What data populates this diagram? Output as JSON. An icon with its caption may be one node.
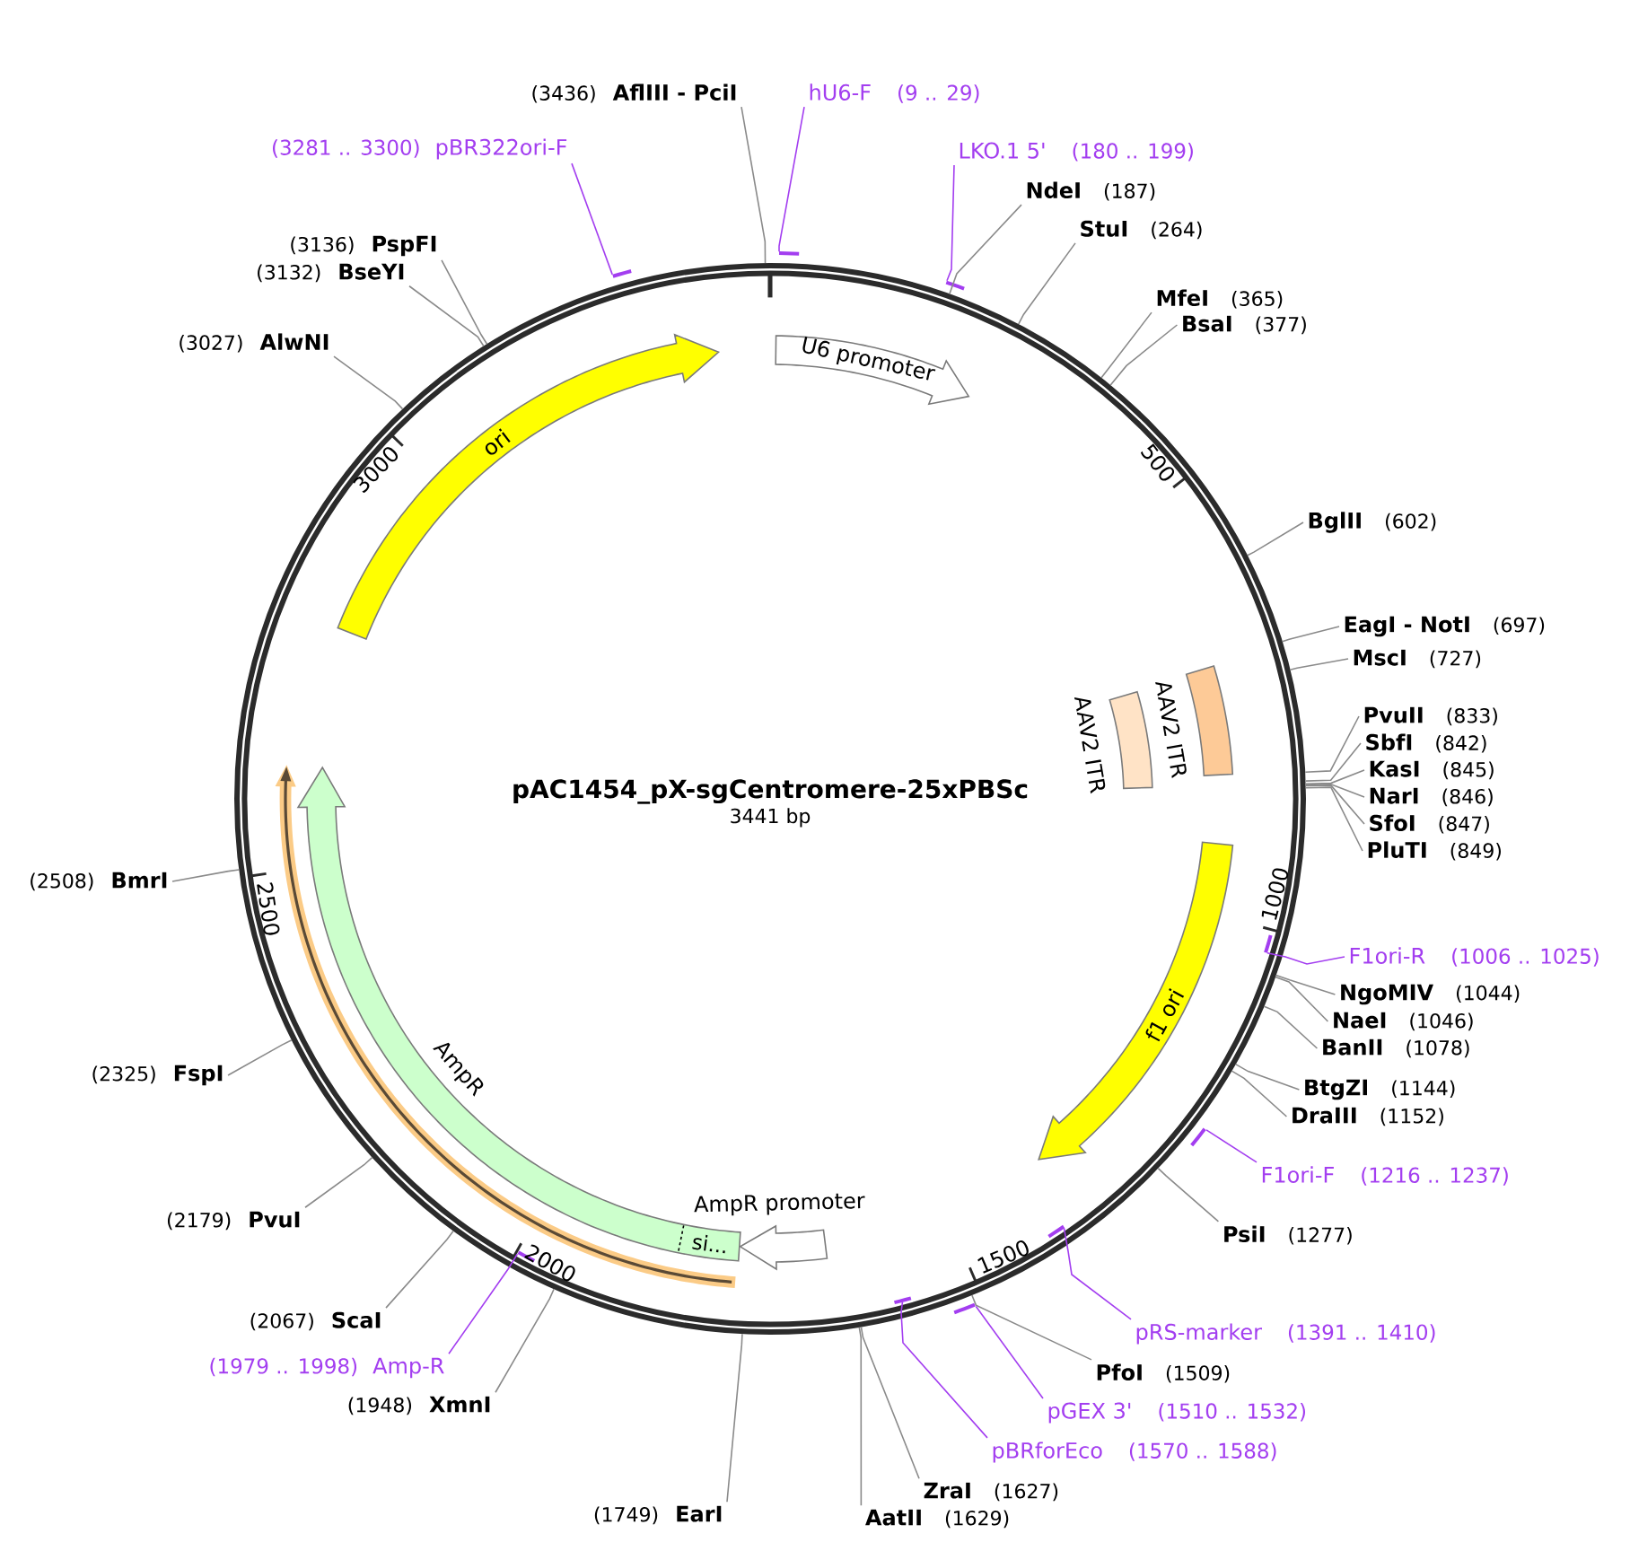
{
  "diagram": {
    "title": "pAC1454_pX-sgCentromere-25xPBSc",
    "nodes": [
      {
        "text": [],
        "shape": "circle"
      },
      {
        "text": [
          "U6 promoter"
        ],
        "in": 0
      },
      {
        "text": [
          "AAV2 ITR"
        ],
        "in": 0
      },
      {
        "text": [
          "AAV2 ITR"
        ],
        "in": 0
      },
      {
        "text": [
          "f1 ori"
        ],
        "in": 0
      },
      {
        "text": [
          "AmpR promoter"
        ],
        "in": 0
      },
      {
        "text": [
          "AmpR"
        ],
        "in": 0
      },
      {
        "text": [
          "si..."
        ],
        "in": 6
      },
      {
        "text": [],
        "shape": "arrow",
        "in": 0
      },
      {
        "text": [
          "ori"
        ],
        "in": 0
      },
      {
        "text": [
          "hU6-F",
          "(9 .. 29)"
        ]
      },
      {
        "text": [],
        "shape": "bar"
      },
      {
        "text": [
          "LKO.1 5'",
          "(180 .. 199)"
        ]
      },
      {
        "text": [],
        "shape": "bar"
      },
      {
        "text": [
          "NdeI",
          "(187)"
        ]
      },
      {
        "text": [
          "StuI",
          "(264)"
        ]
      },
      {
        "text": [
          "MfeI",
          "(365)"
        ]
      },
      {
        "text": [
          "BsaI",
          "(377)"
        ]
      },
      {
        "text": [
          "BglII",
          "(602)"
        ]
      },
      {
        "text": [
          "EagI - NotI",
          "(697)"
        ]
      },
      {
        "text": [
          "MscI",
          "(727)"
        ]
      },
      {
        "text": [
          "PvuII",
          "(833)"
        ]
      },
      {
        "text": [
          "SbfI",
          "(842)"
        ]
      },
      {
        "text": [
          "KasI",
          "(845)"
        ]
      },
      {
        "text": [
          "NarI",
          "(846)"
        ]
      },
      {
        "text": [
          "SfoI",
          "(847)"
        ]
      },
      {
        "text": [
          "PluTI",
          "(849)"
        ]
      },
      {
        "text": [
          "F1ori-R",
          "(1006 .. 1025)"
        ]
      },
      {
        "text": [],
        "shape": "bar",
        "in": 0
      },
      {
        "text": [
          "NgoMIV",
          "(1044)"
        ]
      },
      {
        "text": [
          "NaeI",
          "(1046)"
        ]
      },
      {
        "text": [
          "BanII",
          "(1078)"
        ]
      },
      {
        "text": [
          "BtgZI",
          "(1144)"
        ]
      },
      {
        "text": [
          "DraIII",
          "(1152)"
        ]
      },
      {
        "text": [
          "F1ori-F",
          "(1216 .. 1237)"
        ]
      },
      {
        "text": [],
        "shape": "bar"
      },
      {
        "text": [
          "PsiI",
          "(1277)"
        ]
      },
      {
        "text": [
          "pRS-marker",
          "(1391 .. 1410)"
        ]
      },
      {
        "text": [],
        "shape": "bar",
        "in": 0
      },
      {
        "text": [
          "PfoI",
          "(1509)"
        ]
      },
      {
        "text": [
          "pGEX 3'",
          "(1510 .. 1532)"
        ]
      },
      {
        "text": [],
        "shape": "bar"
      },
      {
        "text": [
          "pBRforEco",
          "(1570 .. 1588)"
        ]
      },
      {
        "text": [],
        "shape": "bar",
        "in": 0
      },
      {
        "text": [
          "ZraI",
          "(1627)"
        ]
      },
      {
        "text": [
          "AatII",
          "(1629)"
        ]
      },
      {
        "text": [
          "(1749)",
          "EarI"
        ]
      },
      {
        "text": [
          "(1948)",
          "XmnI"
        ]
      },
      {
        "text": [
          "(1979 .. 1998)",
          "Amp-R"
        ]
      },
      {
        "text": [],
        "shape": "bar",
        "in": 0
      },
      {
        "text": [
          "(2067)",
          "ScaI"
        ]
      },
      {
        "text": [
          "(2179)",
          "PvuI"
        ]
      },
      {
        "text": [
          "(2325)",
          "FspI"
        ]
      },
      {
        "text": [
          "(2508)",
          "BmrI"
        ]
      },
      {
        "text": [
          "(3027)",
          "AlwNI"
        ]
      },
      {
        "text": [
          "(3132)",
          "BseYI"
        ]
      },
      {
        "text": [
          "(3136)",
          "PspFI"
        ]
      },
      {
        "text": [
          "(3281 .. 3300)",
          "pBR322ori-F"
        ]
      },
      {
        "text": [],
        "shape": "bar"
      },
      {
        "text": [
          "(3436)",
          "AflIII - PciI"
        ]
      }
    ],
    "edges": [
      {
        "from": 10,
        "to": 11,
        "arrow": "none",
        "color": "#a33ef0"
      },
      {
        "from": 12,
        "to": 13,
        "arrow": "none",
        "color": "#a33ef0"
      },
      {
        "from": 14,
        "to": 0,
        "arrow": "none"
      },
      {
        "from": 15,
        "to": 0,
        "arrow": "none"
      },
      {
        "from": 16,
        "to": 0,
        "arrow": "none"
      },
      {
        "from": 17,
        "to": 0,
        "arrow": "none"
      },
      {
        "from": 18,
        "to": 0,
        "arrow": "none"
      },
      {
        "from": 19,
        "to": 0,
        "arrow": "none"
      },
      {
        "from": 20,
        "to": 0,
        "arrow": "none"
      },
      {
        "from": 21,
        "to": 0,
        "arrow": "none"
      },
      {
        "from": 22,
        "to": 0,
        "arrow": "none"
      },
      {
        "from": 23,
        "to": 0,
        "arrow": "none"
      },
      {
        "from": 24,
        "to": 0,
        "arrow": "none"
      },
      {
        "from": 25,
        "to": 0,
        "arrow": "none"
      },
      {
        "from": 26,
        "to": 0,
        "arrow": "none"
      },
      {
        "from": 27,
        "to": 28,
        "arrow": "none",
        "color": "#a33ef0"
      },
      {
        "from": 29,
        "to": 0,
        "arrow": "none"
      },
      {
        "from": 30,
        "to": 0,
        "arrow": "none"
      },
      {
        "from": 31,
        "to": 0,
        "arrow": "none"
      },
      {
        "from": 32,
        "to": 0,
        "arrow": "none"
      },
      {
        "from": 33,
        "to": 0,
        "arrow": "none"
      },
      {
        "from": 34,
        "to": 35,
        "arrow": "none",
        "color": "#a33ef0"
      },
      {
        "from": 36,
        "to": 0,
        "arrow": "none"
      },
      {
        "from": 37,
        "to": 38,
        "arrow": "none",
        "color": "#a33ef0"
      },
      {
        "from": 39,
        "to": 0,
        "arrow": "none"
      },
      {
        "from": 40,
        "to": 41,
        "arrow": "none",
        "color": "#a33ef0"
      },
      {
        "from": 42,
        "to": 43,
        "arrow": "none",
        "color": "#a33ef0"
      },
      {
        "from": 44,
        "to": 0,
        "arrow": "none"
      },
      {
        "from": 45,
        "to": 0,
        "arrow": "none"
      },
      {
        "from": 46,
        "to": 0,
        "arrow": "none"
      },
      {
        "from": 47,
        "to": 0,
        "arrow": "none"
      },
      {
        "from": 48,
        "to": 49,
        "arrow": "none",
        "color": "#a33ef0"
      },
      {
        "from": 50,
        "to": 0,
        "arrow": "none"
      },
      {
        "from": 51,
        "to": 0,
        "arrow": "none"
      },
      {
        "from": 52,
        "to": 0,
        "arrow": "none"
      },
      {
        "from": 53,
        "to": 0,
        "arrow": "none"
      },
      {
        "from": 54,
        "to": 0,
        "arrow": "none"
      },
      {
        "from": 55,
        "to": 0,
        "arrow": "none"
      },
      {
        "from": 56,
        "to": 0,
        "arrow": "none"
      },
      {
        "from": 57,
        "to": 58,
        "arrow": "none",
        "color": "#a33ef0"
      },
      {
        "from": 59,
        "to": 0,
        "arrow": "none"
      }
    ],
    "labels": [
      "3441 bp",
      "500",
      "1000",
      "1500",
      "2000",
      "2500",
      "3000"
    ]
  }
}
